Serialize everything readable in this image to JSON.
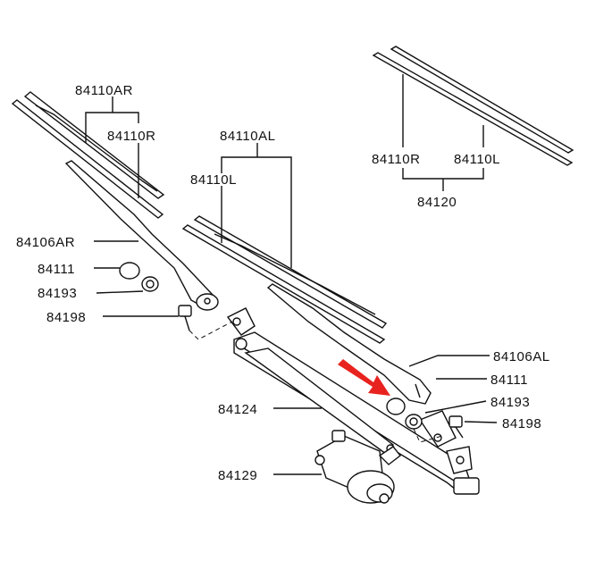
{
  "labels": {
    "ar_assy": "84110AR",
    "ar_blade": "84110R",
    "al_assy": "84110AL",
    "l_blade": "84110L",
    "refill_r": "84110R",
    "refill_l": "84110L",
    "refill_set": "84120",
    "arm_r": "84106AR",
    "cap_r": "84111",
    "nut_r": "84193",
    "bolt_r": "84198",
    "arm_l": "84106AL",
    "cap_l": "84111",
    "nut_l": "84193",
    "bolt_l": "84198",
    "linkage": "84124",
    "motor": "84129"
  },
  "colors": {
    "ink": "#111111",
    "arrow": "#e8231f",
    "background": "#ffffff"
  }
}
